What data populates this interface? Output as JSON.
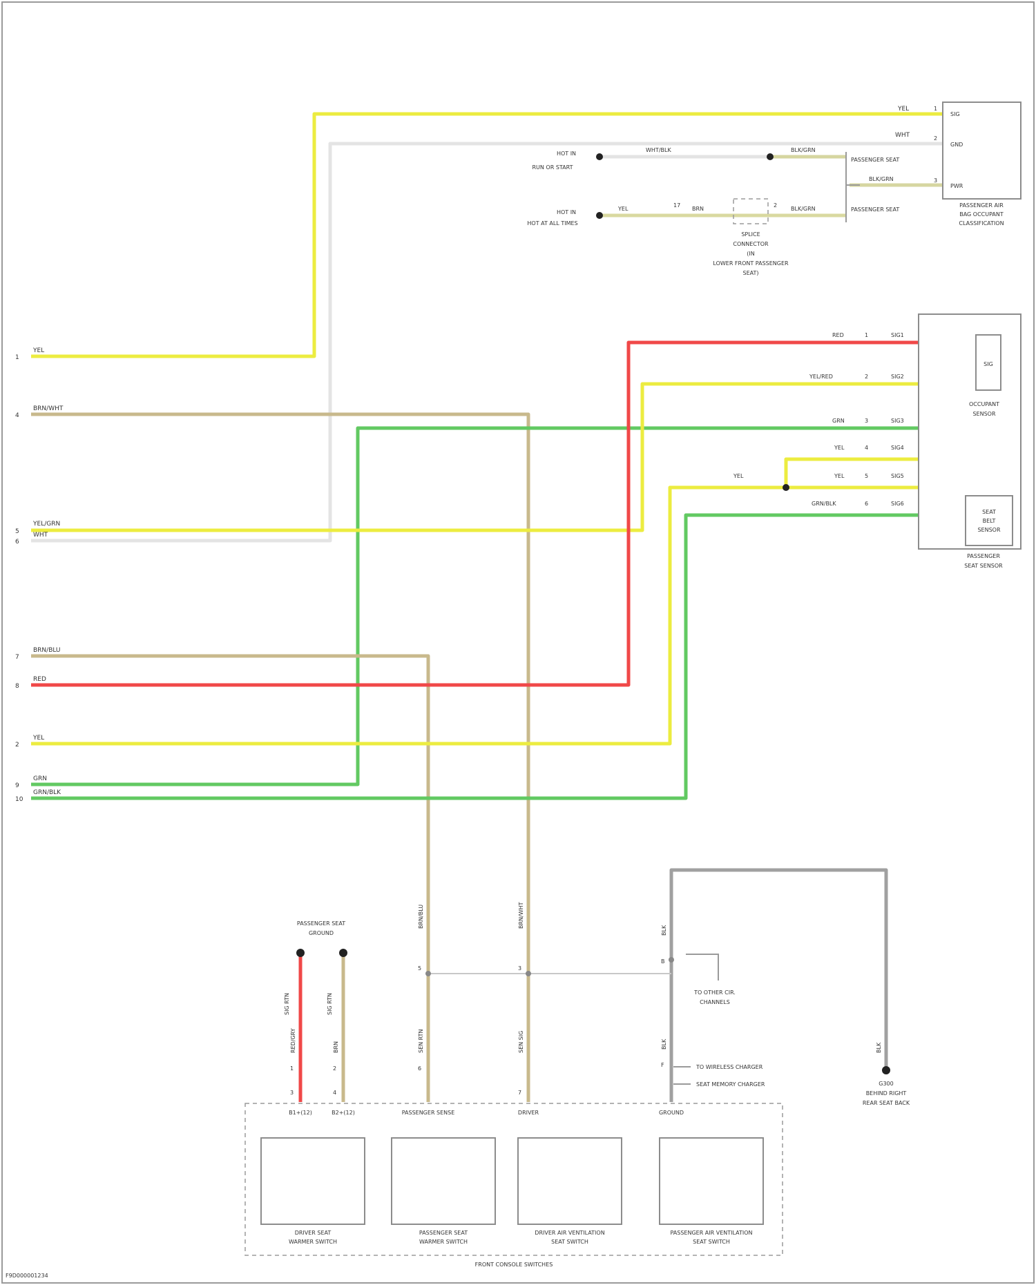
{
  "colors": {
    "yellow": "#ecec40",
    "red": "#f04848",
    "green": "#62c962",
    "tan": "#c8b98c",
    "white": "#e4e4e4",
    "grey": "#a0a0a0",
    "border": "#8c8c8c"
  },
  "left_pins": [
    "1",
    "4",
    "5",
    "6",
    "7",
    "8",
    "2",
    "9",
    "10"
  ],
  "left_wires": [
    "YEL",
    "BRN/WHT",
    "YEL/GRN",
    "WHT",
    "BRN/BLU",
    "RED",
    "YEL",
    "GRN",
    "GRN/BLK"
  ],
  "top_module": {
    "pin_labels": [
      "1",
      "2",
      "3"
    ],
    "wire_labels": [
      "YEL",
      "WHT"
    ],
    "inner_labels": [
      "SIG",
      "GND",
      "PWR"
    ],
    "name_lines": [
      "PASSENGER AIR",
      "BAG OCCUPANT",
      "CLASSIFICATION"
    ],
    "sub_labels": [
      "PASSENGER SEAT",
      "PASSENGER SEAT"
    ],
    "fuse_lines": [
      "HOT IN",
      "RUN OR START",
      "HOT AT ALL TIMES"
    ],
    "splice_lines": [
      "SPLICE",
      "CONNECTOR",
      "(IN",
      "LOWER FRONT PASSENGER",
      "SEAT)"
    ],
    "inline_labels": [
      "WHT/BLK",
      "BLK/GRN",
      "YEL",
      "BRN",
      "BLK/GRN",
      "BLK/GRN"
    ],
    "inline_pins": [
      "17",
      "2"
    ]
  },
  "seat_module": {
    "name_lines": [
      "PASSENGER",
      "SEAT SENSOR"
    ],
    "sensor_lines": [
      "OCCUPANT",
      "SENSOR"
    ],
    "sensor_inner": "SIG",
    "belt_lines": [
      "SEAT",
      "BELT",
      "SENSOR"
    ],
    "wire_labels": [
      "RED",
      "YEL/RED",
      "GRN",
      "YEL",
      "YEL",
      "GRN/BLK"
    ],
    "pin_labels": [
      "1",
      "2",
      "3",
      "4",
      "5",
      "6"
    ],
    "pin_names": [
      "SIG1",
      "SIG2",
      "SIG3",
      "SIG4",
      "SIG5",
      "SIG6"
    ],
    "splice_label": "YEL"
  },
  "bottom": {
    "ground_label_lines": [
      "PASSENGER SEAT",
      "GROUND"
    ],
    "splice_note_lines": [
      "TO OTHER CIR.",
      "CHANNELS"
    ],
    "splice_arrow_labels": [
      "TO WIRELESS CHARGER",
      "SEAT MEMORY CHARGER"
    ],
    "ground_lines": [
      "G300",
      "BEHIND RIGHT",
      "REAR SEAT BACK"
    ],
    "ground_wire": "BLK",
    "vertical_wires": [
      "RED/GRY",
      "BRN",
      "BRN/BLU",
      "BRN/WHT",
      "BLK",
      "BLK"
    ],
    "lower_wire_labels": [
      "SEN RTN",
      "SEN SIG",
      "SIG RTN",
      "SIG RTN"
    ],
    "pin_numbers": [
      "B",
      "F",
      "5",
      "3",
      "6",
      "7",
      "1",
      "2",
      "3",
      "4"
    ],
    "connector_labels": [
      "B1+(12)",
      "B2+(12)",
      "PASSENGER SENSE",
      "DRIVER",
      "GROUND"
    ],
    "switch_labels": [
      [
        "DRIVER SEAT",
        "WARMER SWITCH"
      ],
      [
        "PASSENGER SEAT",
        "WARMER SWITCH"
      ],
      [
        "DRIVER AIR VENTILATION",
        "SEAT SWITCH"
      ],
      [
        "PASSENGER AIR VENTILATION",
        "SEAT SWITCH"
      ]
    ],
    "group_label": "FRONT CONSOLE SWITCHES"
  },
  "footer": "F9D000001234"
}
